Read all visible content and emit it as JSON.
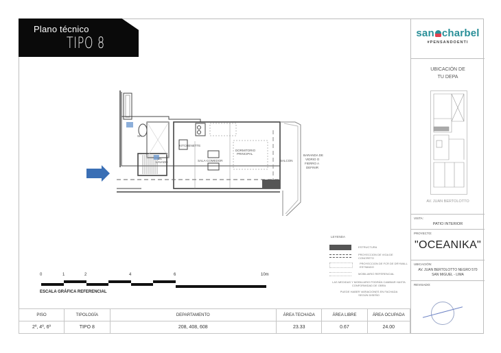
{
  "header": {
    "subtitle": "Plano técnico",
    "title": "TIPO 8"
  },
  "brand": {
    "name_left": "san",
    "name_right": "charbel",
    "tagline": "#PENSANDOENTI",
    "color_teal": "#2a8f98",
    "color_red": "#e2404f"
  },
  "location_panel": {
    "heading_line1": "UBICACIÓN DE",
    "heading_line2": "TU DEPA",
    "street": "AV. JUAN BERTOLOTTO"
  },
  "vista": {
    "label": "VISTA:",
    "value": "PATIO INTERIOR"
  },
  "proyecto": {
    "label": "PROYECTO:",
    "value": "\"OCEANIKA\""
  },
  "ubicacion": {
    "label": "UBICACIÓN:",
    "line1": "AV. JUAN BERTOLOTTO NEGRO 570",
    "line2": "SAN MIGUEL - LIMA"
  },
  "revisado": {
    "label": "REVISADO:"
  },
  "plan": {
    "rooms": [
      "SH",
      "LAVADO",
      "KITCHENETTE",
      "SALA-COMEDOR",
      "DORMITORIO PRINCIPAL",
      "BALCON"
    ],
    "railing_note": "BARANDA DE VIDRIO O FIERRO A DEFINIR",
    "entry_arrow_color": "#3a6fb5"
  },
  "legend": {
    "title": "LEYENDA",
    "items": [
      {
        "label": "ESTRUCTURA"
      },
      {
        "label": "PROYECCION DE VIGA DE CONCRETO"
      },
      {
        "label": "PROYECCION DE FCR DE DRYWALL ESTIMADO"
      },
      {
        "label": "MOBILIARIO REFERENCIAL"
      }
    ],
    "note1": "LAS MEDIDAS Y MOBILIARIO PODRÁN CAMBIAR HASTA CONFORMIDAD DE OBRA",
    "note2": "PUEDE HABER VARIACIONES EN FACHADA SEGÚN DISEÑO"
  },
  "scale": {
    "ticks": [
      "0",
      "1",
      "2",
      "4",
      "6",
      "10m"
    ],
    "caption": "ESCALA GRÁFICA REFERENCIAL"
  },
  "table": {
    "headers": [
      "PISO",
      "TIPOLOGÍA",
      "DEPARTAMENTO",
      "ÁREA TECHADA",
      "ÁREA LIBRE",
      "ÁREA OCUPADA"
    ],
    "row": [
      "2º, 4º, 6º",
      "TIPO 8",
      "208, 408, 608",
      "23.33",
      "0.67",
      "24.00"
    ]
  }
}
